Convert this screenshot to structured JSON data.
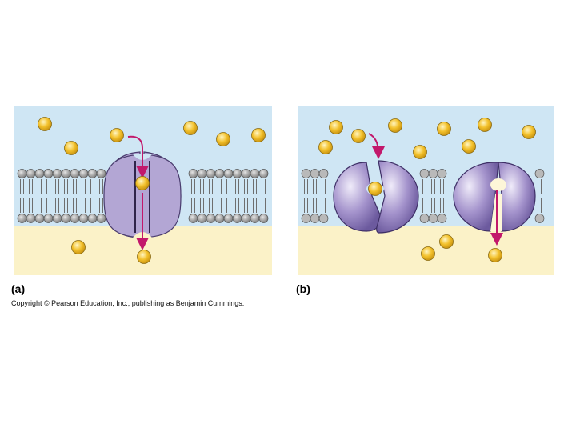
{
  "labels": {
    "a": "(a)",
    "b": "(b)"
  },
  "copyright": "Copyright © Pearson Education, Inc., publishing as Benjamin Cummings.",
  "colors": {
    "extracellular": "#cfe6f4",
    "cytoplasm": "#fbf2c8",
    "lipid_head": "#9c9c9c",
    "lipid_tail": "#6e6e6e",
    "channel_protein": "#b3a6d4",
    "carrier_protein": "#a493cc",
    "solute": "#f3c12b",
    "arrow": "#c2186b"
  },
  "icons": {
    "solute": "solute-molecule-icon",
    "arrow": "transport-arrow-icon"
  }
}
